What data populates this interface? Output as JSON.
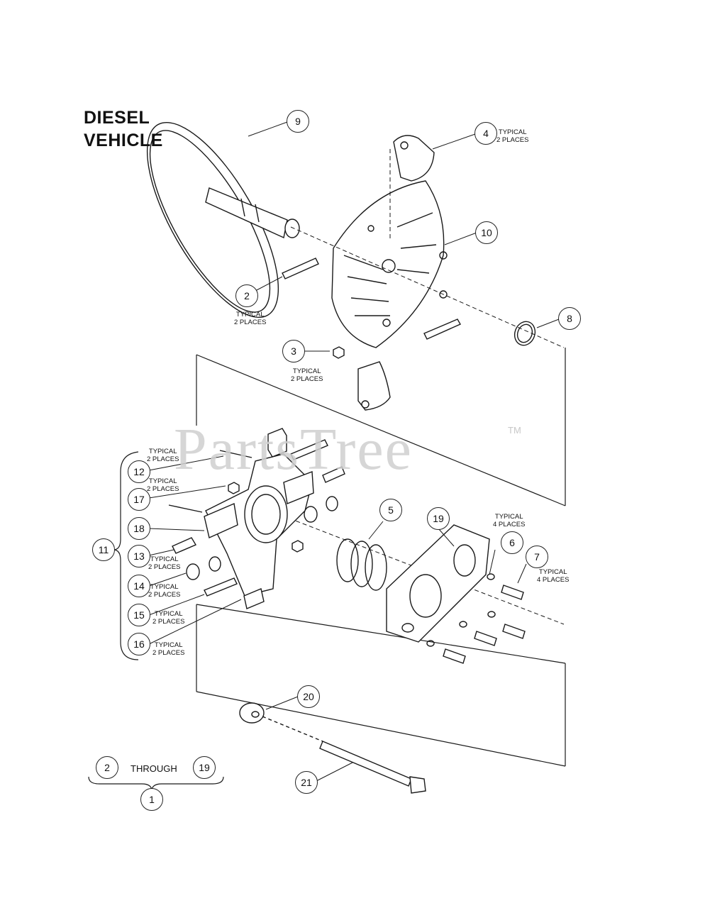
{
  "title": {
    "line1": "DIESEL",
    "line2": "VEHICLE"
  },
  "callouts": [
    "1",
    "2",
    "3",
    "4",
    "5",
    "6",
    "7",
    "8",
    "9",
    "10",
    "11",
    "12",
    "13",
    "14",
    "15",
    "16",
    "17",
    "18",
    "19",
    "20",
    "21"
  ],
  "bom_callouts": {
    "from": "2",
    "to": "19",
    "assembly": "1"
  },
  "through_text": "THROUGH",
  "notes": {
    "typical": "TYPICAL",
    "two_places": "2 PLACES",
    "four_places": "4 PLACES"
  },
  "watermark": {
    "text": "PartsTree",
    "tm": "TM"
  },
  "colors": {
    "line": "#1a1a1a",
    "watermark": "#cfcfcf"
  }
}
